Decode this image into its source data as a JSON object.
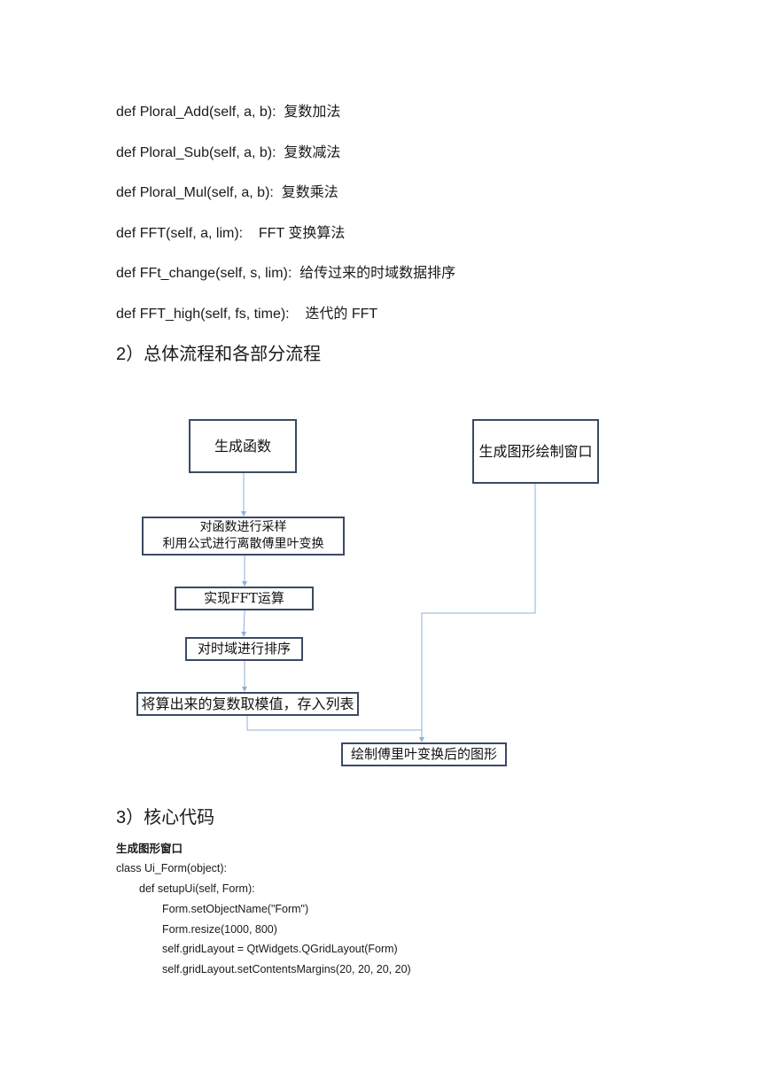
{
  "functions": [
    "def Ploral_Add(self, a, b):  复数加法",
    "def Ploral_Sub(self, a, b):  复数减法",
    "def Ploral_Mul(self, a, b):  复数乘法",
    "def FFT(self, a, lim):    FFT 变换算法",
    "def FFt_change(self, s, lim):  给传过来的时域数据排序",
    "def FFT_high(self, fs, time):    迭代的 FFT"
  ],
  "section2_heading": "2）总体流程和各部分流程",
  "flowchart": {
    "box_generate": "生成函数",
    "box_window": "生成图形绘制窗口",
    "box_sample_line1": "对函数进行采样",
    "box_sample_line2": "利用公式进行离散傅里叶变换",
    "box_fft": "实现FFT运算",
    "box_sort": "对时域进行排序",
    "box_modulus": "将算出来的复数取模值，存入列表",
    "box_draw": "绘制傅里叶变换后的图形"
  },
  "section3_heading": "3）核心代码",
  "code": {
    "title": "生成图形窗口",
    "lines": [
      "class Ui_Form(object):",
      "def setupUi(self, Form):",
      "Form.setObjectName(\"Form\")",
      "Form.resize(1000, 800)",
      "self.gridLayout = QtWidgets.QGridLayout(Form)",
      "self.gridLayout.setContentsMargins(20, 20, 20, 20)"
    ]
  }
}
